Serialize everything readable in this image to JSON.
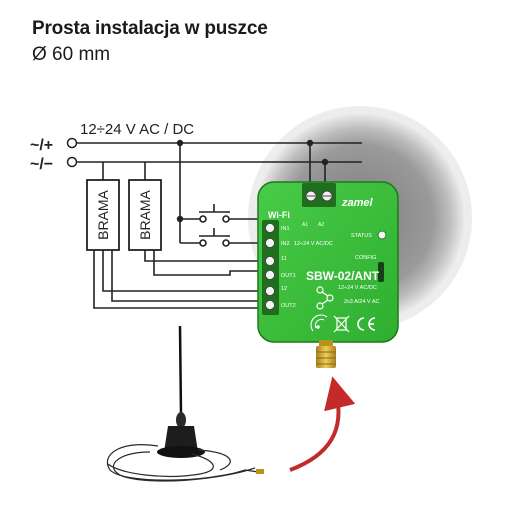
{
  "header": {
    "title": "Prosta instalacja w puszce",
    "subtitle": "Ø 60 mm"
  },
  "supply": {
    "voltage_label": "12÷24 V AC / DC",
    "plus_label": "~/+",
    "minus_label": "~/−"
  },
  "gates": [
    {
      "label": "BRAMA"
    },
    {
      "label": "BRAMA"
    }
  ],
  "module": {
    "brand": "zamel",
    "wifi_label": "Wi-Fi",
    "status_label": "STATUS",
    "config_label": "CONFIG",
    "model": "SBW-02/ANT",
    "model_voltage": "12÷24 V AC/DC",
    "relay_rating": "2x3 A/24 V AC",
    "inner_voltage": "12÷24 V AC/DC",
    "terminal_labels": [
      "IN1",
      "IN2",
      "11",
      "OUT1",
      "12",
      "OUT2"
    ],
    "terminal_pins": [
      "A1",
      "A2"
    ]
  },
  "colors": {
    "module_green": "#3cc03c",
    "module_dark": "#1c7a1c",
    "wire": "#222222",
    "arrow": "#c42a2a",
    "backbox_light": "#e8e8e8",
    "backbox_dark": "#8e8e8e"
  }
}
